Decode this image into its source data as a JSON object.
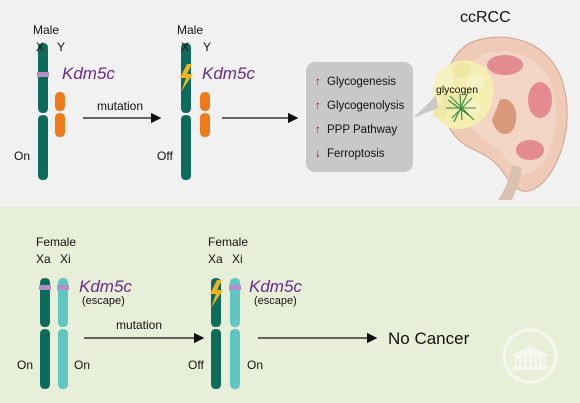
{
  "colors": {
    "dark_chromatid": "#0d6b5c",
    "y_chromatid": "#ef7a1a",
    "xi_chromatid": "#5fc6c2",
    "gene_band": "#b38fc9",
    "gene_text": "#6b2a8c",
    "arrow_red": "#c0141a",
    "bolt": "#f0b321",
    "top_panel_bg": "#f1f1f1",
    "bottom_panel_bg": "#e8efd8",
    "effects_box": "#c8c8c8"
  },
  "top": {
    "left": {
      "sex": "Male",
      "chr1": "X",
      "chr2": "Y",
      "gene": "Kdm5c",
      "state": "On"
    },
    "mutation_label": "mutation",
    "right": {
      "sex": "Male",
      "chr1": "X",
      "chr2": "Y",
      "gene": "Kdm5c",
      "state": "Off"
    },
    "effects": [
      {
        "direction": "up",
        "arrow": "↑",
        "label": "Glycogenesis"
      },
      {
        "direction": "up",
        "arrow": "↑",
        "label": "Glycogenolysis"
      },
      {
        "direction": "up",
        "arrow": "↑",
        "label": "PPP Pathway"
      },
      {
        "direction": "down",
        "arrow": "↓",
        "label": "Ferroptosis"
      }
    ],
    "kidney_title": "ccRCC",
    "glycogen_label": "glycogen"
  },
  "bottom": {
    "left": {
      "sex": "Female",
      "chr1": "Xa",
      "chr2": "Xi",
      "gene": "Kdm5c",
      "escape": "(escape)",
      "state1": "On",
      "state2": "On"
    },
    "mutation_label": "mutation",
    "right": {
      "sex": "Female",
      "chr1": "Xa",
      "chr2": "Xi",
      "gene": "Kdm5c",
      "escape": "(escape)",
      "state1": "Off",
      "state2": "On"
    },
    "outcome": "No Cancer"
  }
}
